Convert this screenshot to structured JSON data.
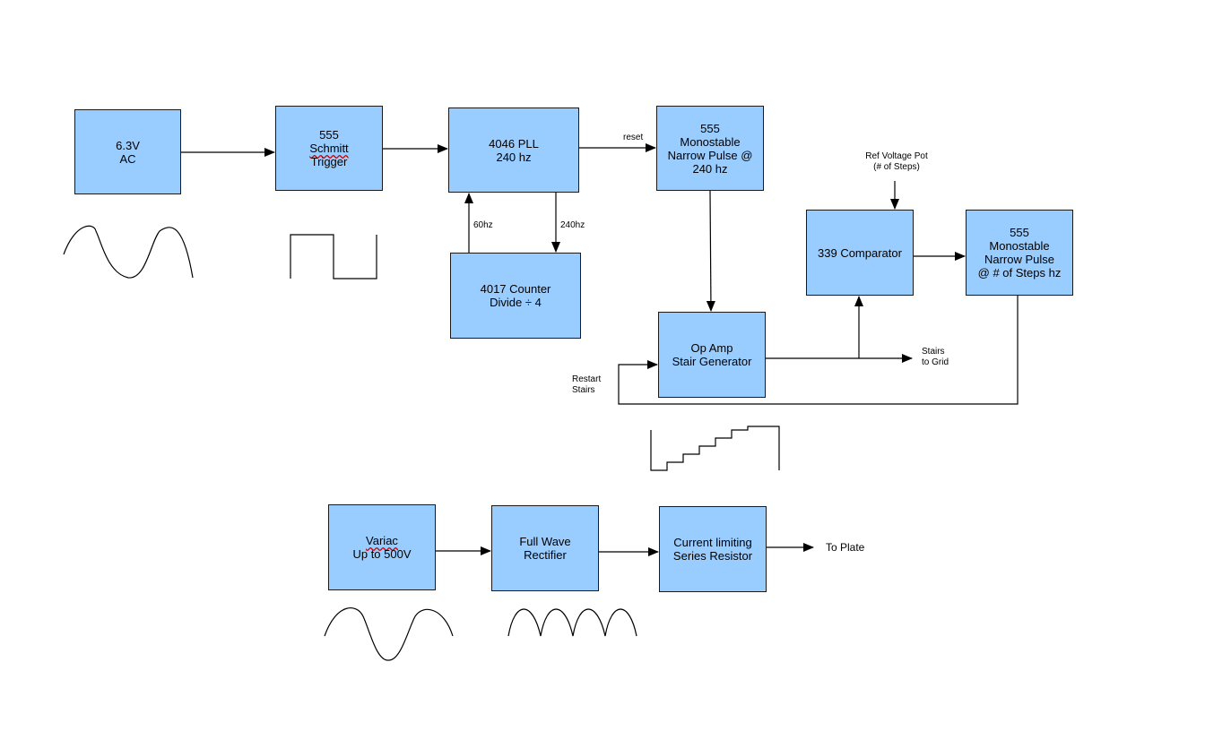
{
  "blocks": {
    "ac_source": {
      "lines": [
        "6.3V",
        "AC"
      ]
    },
    "schmitt": {
      "lines": [
        "555",
        "Schmitt",
        "Trigger"
      ]
    },
    "pll": {
      "lines": [
        "4046 PLL",
        "240 hz"
      ]
    },
    "mono1": {
      "lines": [
        "555",
        "Monostable",
        "Narrow Pulse @",
        "240 hz"
      ]
    },
    "counter": {
      "lines": [
        "4017 Counter",
        "Divide ÷ 4"
      ]
    },
    "opamp": {
      "lines": [
        "Op Amp",
        "Stair Generator"
      ]
    },
    "comparator": {
      "lines": [
        "339 Comparator"
      ]
    },
    "mono2": {
      "lines": [
        "555",
        "Monostable",
        "Narrow Pulse",
        "@ # of Steps hz"
      ]
    },
    "variac": {
      "lines": [
        "Variac",
        "Up to 500V"
      ]
    },
    "rectifier": {
      "lines": [
        "Full Wave",
        "Rectifier"
      ]
    },
    "resistor": {
      "lines": [
        "Current limiting",
        "Series Resistor"
      ]
    }
  },
  "labels": {
    "reset": "reset",
    "hz60": "60hz",
    "hz240": "240hz",
    "ref_pot": [
      "Ref Voltage Pot",
      "(# of Steps)"
    ],
    "stairs_grid": [
      "Stairs",
      "to Grid"
    ],
    "restart": [
      "Restart",
      "Stairs"
    ],
    "to_plate": "To Plate"
  },
  "waveforms": [
    "sine",
    "square",
    "staircase",
    "sine",
    "full-wave-rectified"
  ],
  "colors": {
    "block_fill": "#99ccff",
    "line": "#000000",
    "spell_underline": "#d00000"
  }
}
